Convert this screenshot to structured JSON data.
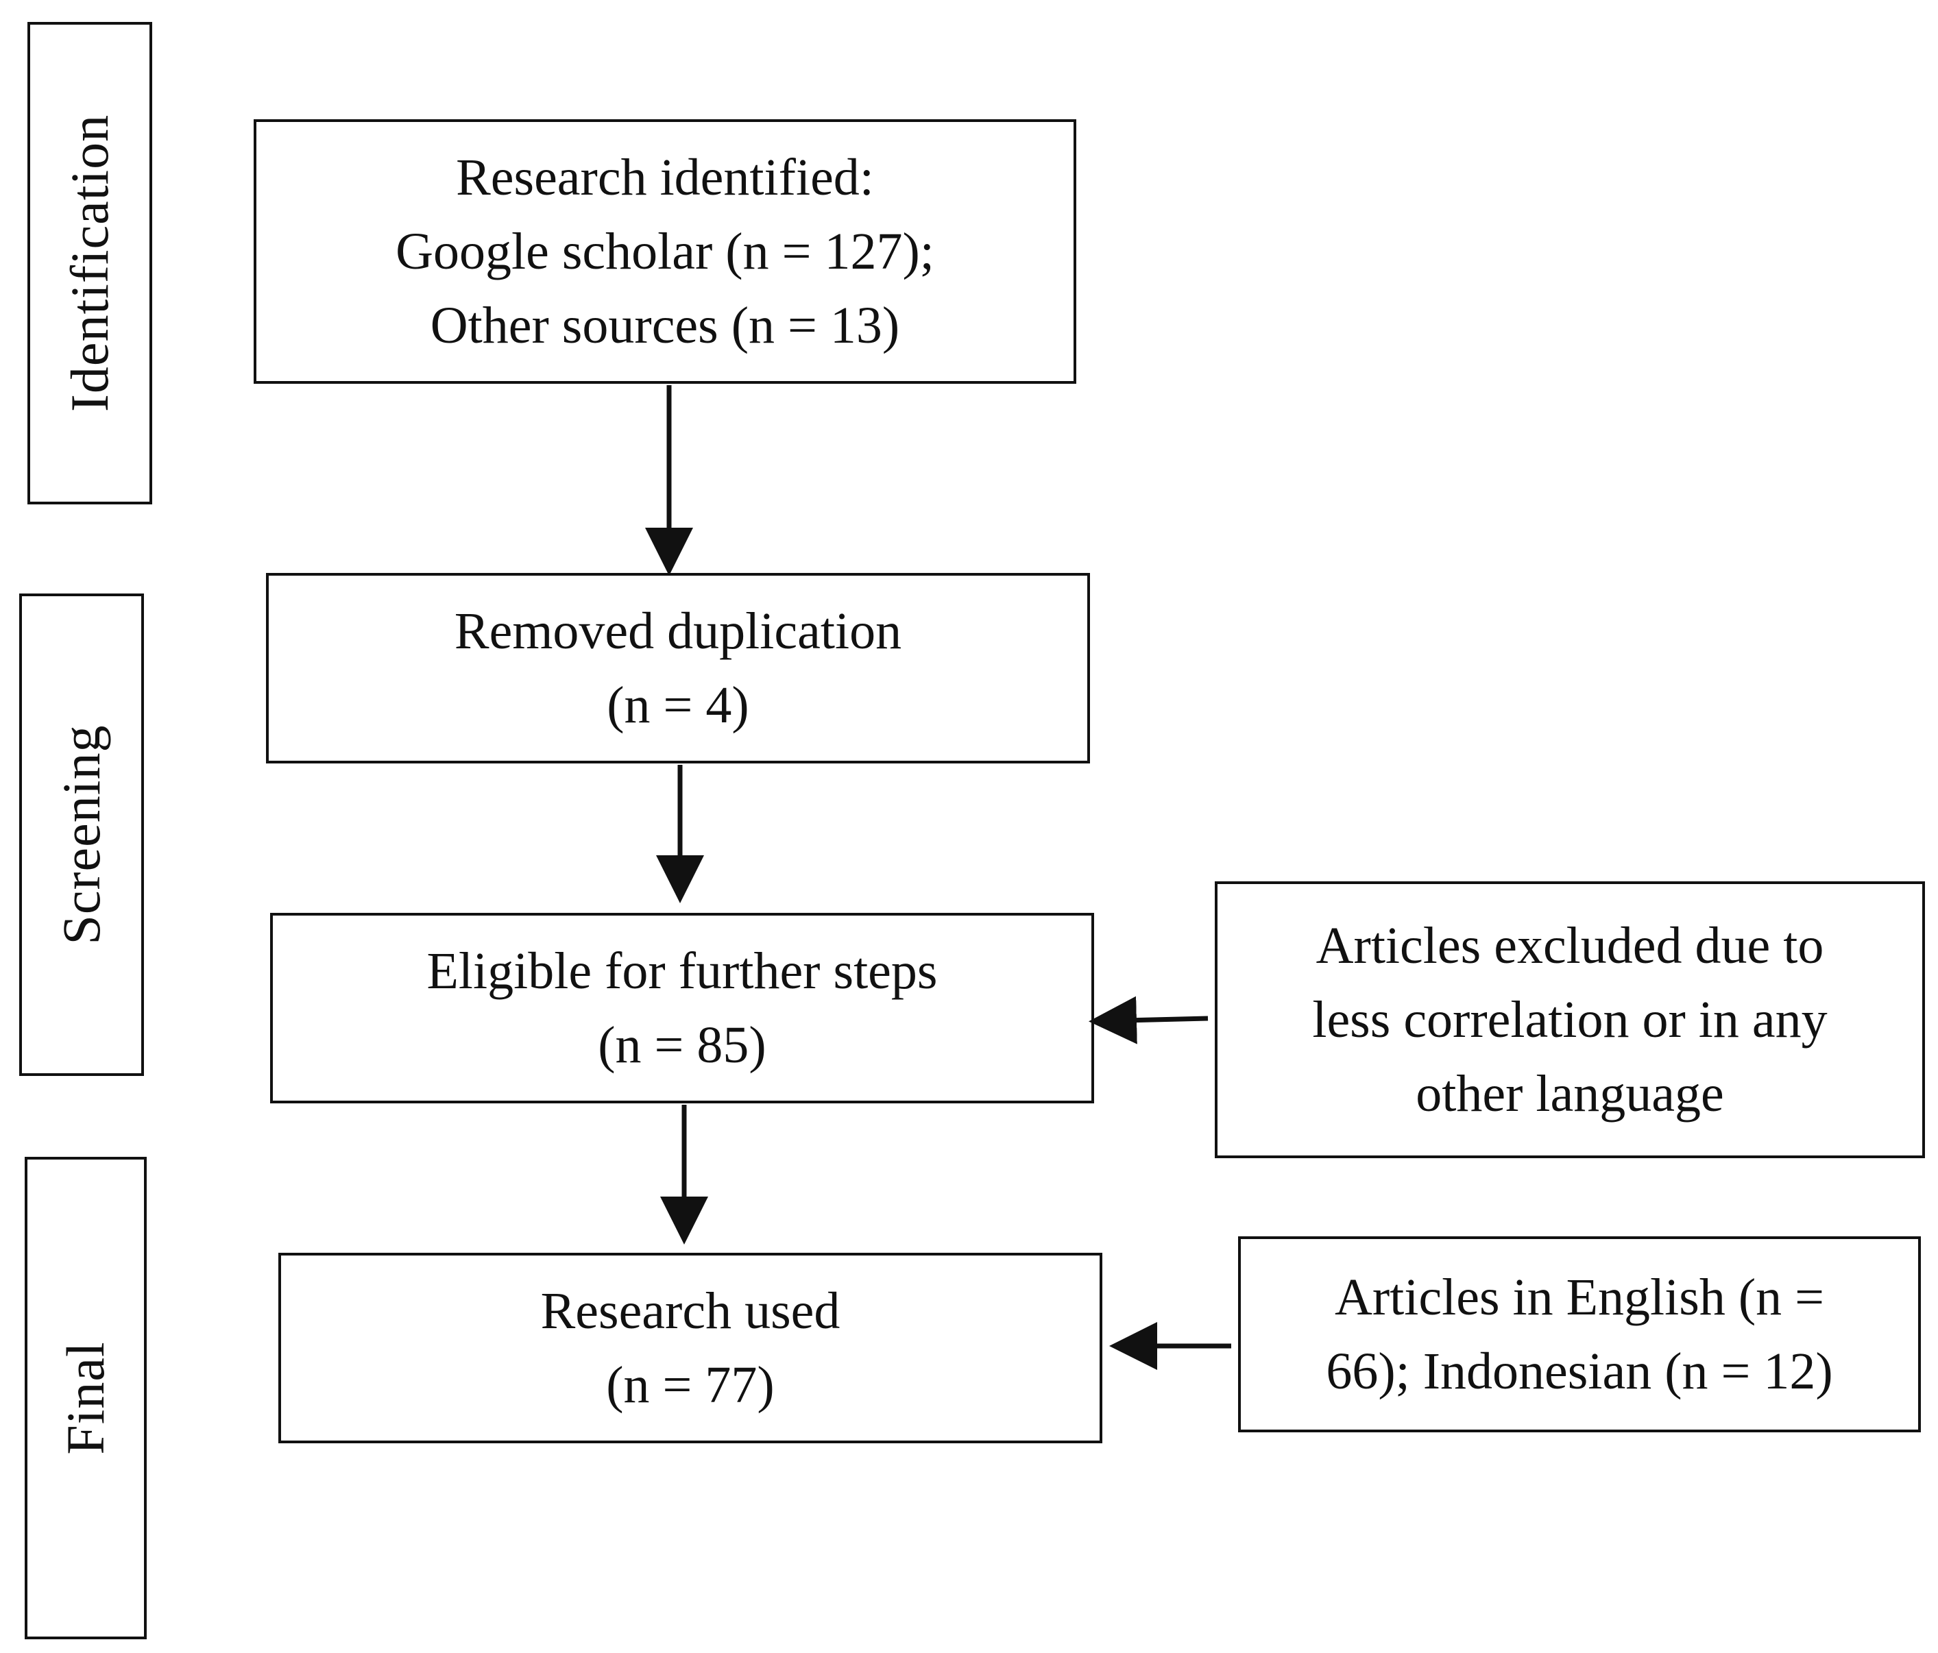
{
  "stages": {
    "identification": "Identification",
    "screening": "Screening",
    "final": "Final"
  },
  "boxes": {
    "identified": {
      "line1": "Research identified:",
      "line2": "Google scholar (n = 127);",
      "line3": "Other sources (n = 13)"
    },
    "removed": {
      "line1": "Removed duplication",
      "line2": "(n = 4)"
    },
    "eligible": {
      "line1": "Eligible for further steps",
      "line2": "(n = 85)"
    },
    "used": {
      "line1": "Research used",
      "line2": "(n = 77)"
    },
    "excluded": {
      "line1": "Articles excluded due to",
      "line2": "less correlation or in any",
      "line3": "other language"
    },
    "languages": {
      "line1": "Articles in English (n =",
      "line2": "66); Indonesian (n = 12)"
    }
  },
  "colors": {
    "stroke": "#111111",
    "background": "#ffffff"
  }
}
